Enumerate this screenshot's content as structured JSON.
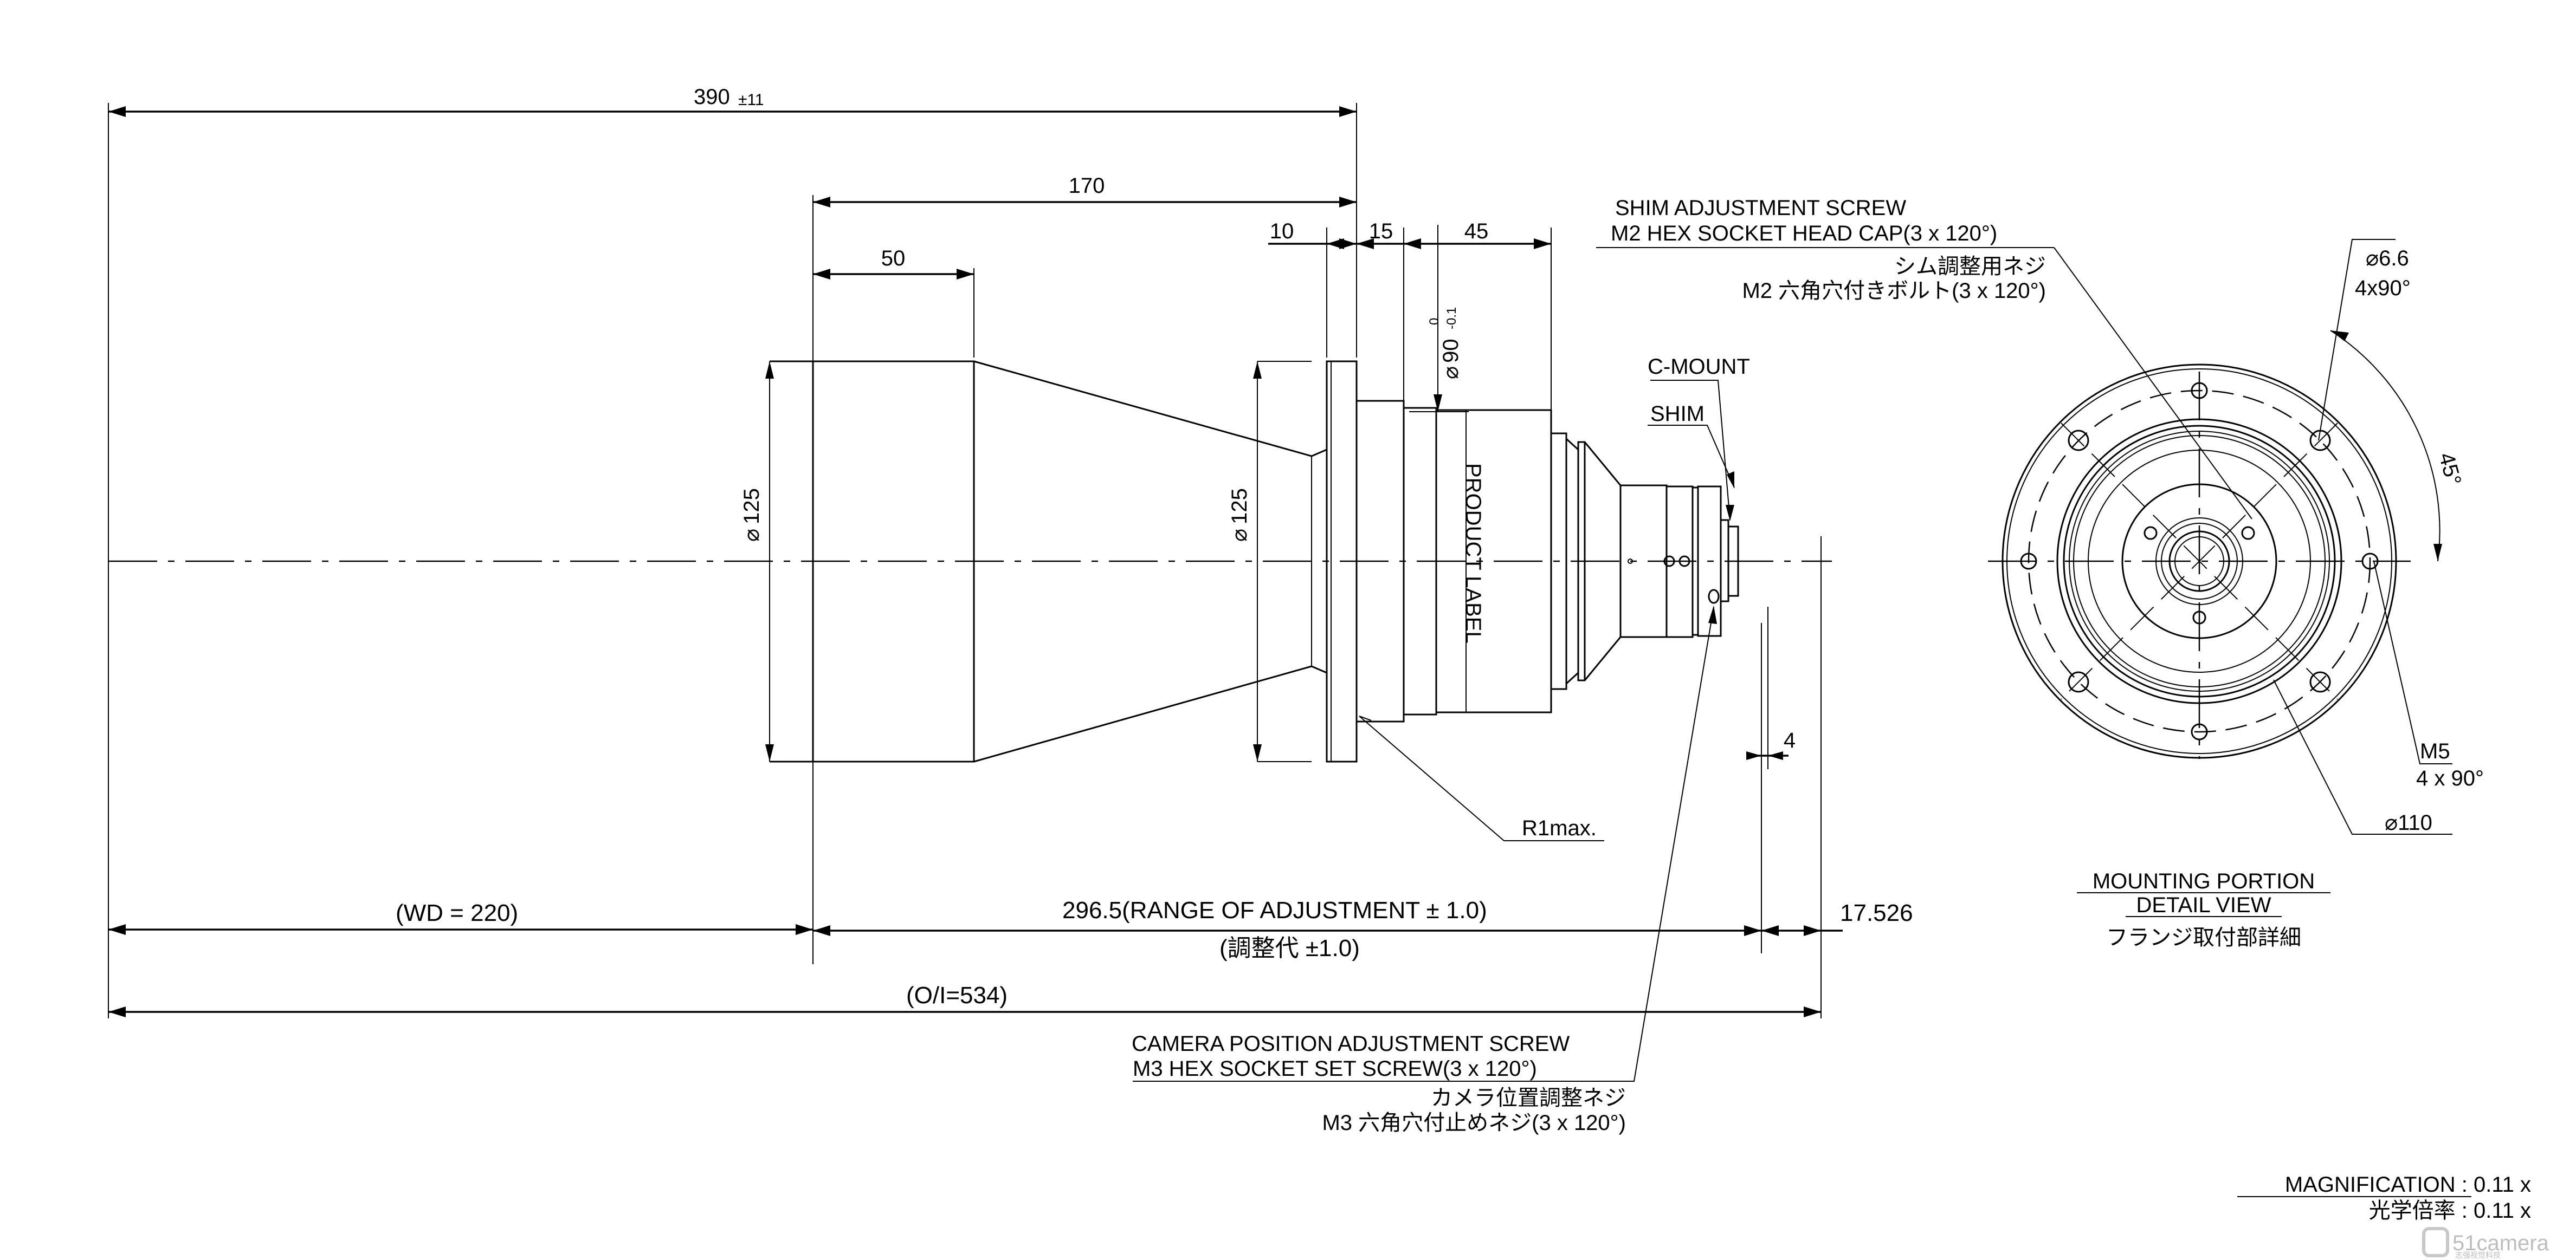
{
  "drawing": {
    "type": "lens dimensional drawing",
    "dimensions": {
      "overall_length": "390",
      "overall_length_tol": "±11",
      "front_to_flange": "170",
      "front_barrel": "50",
      "flange_thickness": "10",
      "flange_to_step": "15",
      "step_length": "45",
      "dia_front": "125",
      "dia_rear": "125",
      "dia_mount": "90",
      "dia_mount_tol_upper": "0",
      "dia_mount_tol_lower": "-0.1",
      "cmount_offset": "4",
      "wd": "(WD = 220)",
      "range_adjust": "296.5(RANGE OF ADJUSTMENT ± 1.0)",
      "range_adjust_jp": "(調整代 ±1.0)",
      "flange_back": "17.526",
      "oi": "(O/I=534)",
      "diameter_symbol": "⌀"
    },
    "labels": {
      "product_label": "PRODUCT LABEL",
      "c_mount": "C-MOUNT",
      "shim": "SHIM",
      "r1max": "R1max.",
      "shim_screw_line1": "SHIM ADJUSTMENT SCREW",
      "shim_screw_line2": "M2 HEX SOCKET HEAD CAP(3 x 120°)",
      "shim_screw_jp1": "シム調整用ネジ",
      "shim_screw_jp2": "M2 六角穴付きボルト(3 x 120°)",
      "cam_screw_line1": "CAMERA POSITION ADJUSTMENT SCREW",
      "cam_screw_line2": "M3 HEX SOCKET SET SCREW(3 x 120°)",
      "cam_screw_jp1": "カメラ位置調整ネジ",
      "cam_screw_jp2": "M3 六角穴付止めネジ(3 x 120°)"
    },
    "detail_view": {
      "hole_dia": "⌀6.6",
      "hole_pattern": "4x90°",
      "angle": "45°",
      "thread": "M5",
      "thread_pattern": "4 x 90°",
      "pcd": "⌀110",
      "title_line1": "MOUNTING PORTION",
      "title_line2": "DETAIL VIEW",
      "title_jp": "フランジ取付部詳細"
    },
    "magnification": {
      "label": "MAGNIFICATION : 0.11 x",
      "label_jp": "光学倍率 : 0.11 x"
    },
    "watermark": {
      "brand": "51camera",
      "brand_sub": "志强视觉科技"
    }
  }
}
